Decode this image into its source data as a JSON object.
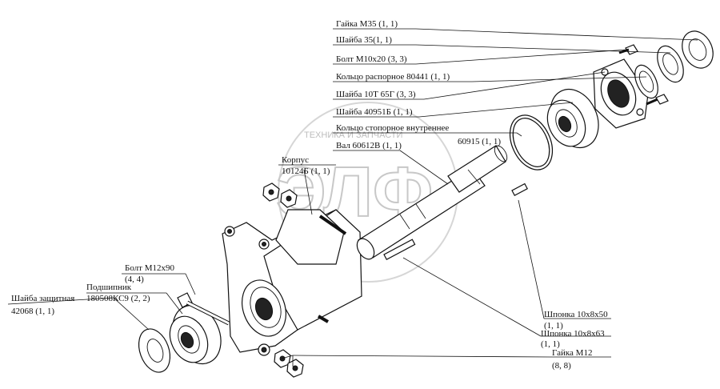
{
  "watermark": {
    "logo_text": "ЭЛФ",
    "small_text": "ТЕХНИКА И ЗАПЧАСТИ"
  },
  "labels": {
    "nut_m35": "Гайка М35 (1, 1)",
    "washer_35": "Шайба 35(1, 1)",
    "bolt_m10x20": "Болт М10х20 (3, 3)",
    "spacer_ring": "Кольцо распорное  80441 (1, 1)",
    "washer_10t": "Шайба 10Т 65Г (3, 3)",
    "washer_40951": "Шайба 40951Б (1, 1)",
    "inner_ring": "Кольцо стопорное внутреннее",
    "inner_ring_number": "60915 (1, 1)",
    "shaft": "Вал 60612В (1, 1)",
    "housing_line1": "Корпус",
    "housing_line2": "10124Б (1, 1)",
    "bolt_m12x90_line1": "Болт М12х90",
    "bolt_m12x90_line2": "(4, 4)",
    "bearing_line1": "Подшипник",
    "bearing_line2": "180508КС9 (2, 2)",
    "washer_protective_line1": "Шайба защитная",
    "washer_protective_line2": "42068 (1, 1)",
    "key_10x8x50_line1": "Шпонка 10х8х50",
    "key_10x8x50_line2": "(1, 1)",
    "key_10x8x63_line1": "Шпонка 10х8х63",
    "key_10x8x63_line2": "(1, 1)",
    "nut_m12_line1": "Гайка М12",
    "nut_m12_line2": "(8, 8)"
  }
}
